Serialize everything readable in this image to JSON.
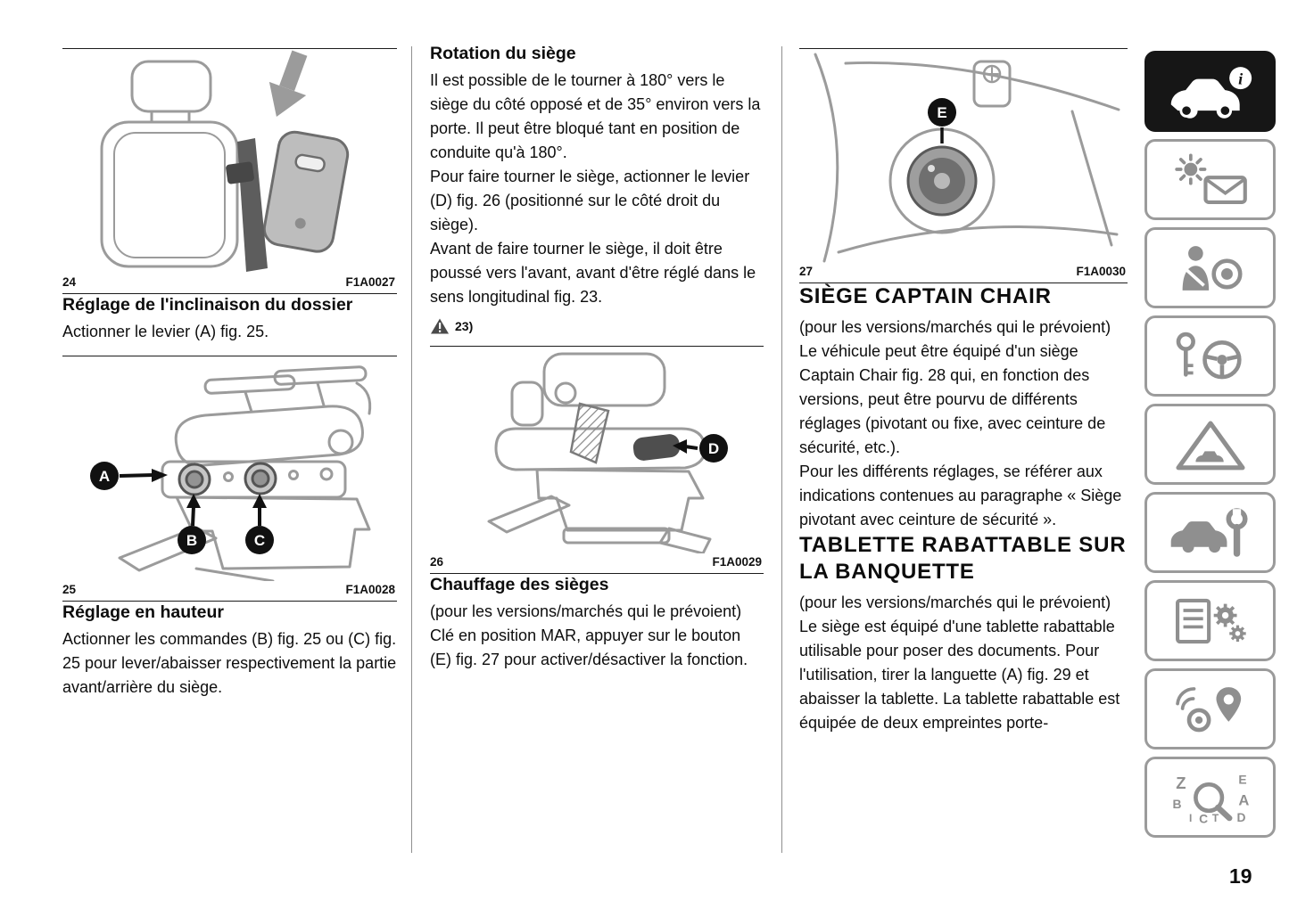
{
  "page_number": "19",
  "figures": {
    "fig24": {
      "num": "24",
      "code": "F1A0027"
    },
    "fig25": {
      "num": "25",
      "code": "F1A0028",
      "label_a": "A",
      "label_b": "B",
      "label_c": "C"
    },
    "fig26": {
      "num": "26",
      "code": "F1A0029",
      "label_d": "D"
    },
    "fig27": {
      "num": "27",
      "code": "F1A0030",
      "label_e": "E"
    }
  },
  "col1": {
    "recline_title": "Réglage de l'inclinaison du dossier",
    "recline_text": "Actionner le levier (A) fig. 25.",
    "height_title": "Réglage en hauteur",
    "height_text": "Actionner les commandes (B) fig. 25 ou (C) fig. 25 pour lever/abaisser respectivement la partie avant/arrière du siège."
  },
  "col2": {
    "rotation_title": "Rotation du siège",
    "rotation_para1": "Il est possible de le tourner à 180° vers le siège du côté opposé et de 35° environ vers la porte. Il peut être bloqué tant en position de conduite qu'à 180°.",
    "rotation_para2": "Pour faire tourner le siège, actionner le levier (D) fig. 26 (positionné sur le côté droit du siège).",
    "rotation_para3": "Avant de faire tourner le siège, il doit être poussé vers l'avant, avant d'être réglé dans le sens longitudinal fig. 23.",
    "warning_ref": "23)",
    "heating_title": "Chauffage des sièges",
    "heating_sub": "(pour les versions/marchés qui le prévoient)",
    "heating_text": "Clé en position MAR, appuyer sur le bouton (E) fig. 27 pour activer/désactiver la fonction."
  },
  "col3": {
    "captain_title": "SIÈGE CAPTAIN CHAIR",
    "captain_sub": "(pour les versions/marchés qui le prévoient)",
    "captain_para1": "Le véhicule peut être équipé d'un siège Captain Chair fig. 28 qui, en fonction des versions, peut être pourvu de différents réglages (pivotant ou fixe, avec ceinture de sécurité, etc.).",
    "captain_para2": "Pour les différents réglages, se référer aux indications contenues au paragraphe « Siège pivotant avec ceinture de sécurité ».",
    "tablette_title": "TABLETTE RABATTABLE SUR LA BANQUETTE",
    "tablette_sub": "(pour les versions/marchés qui le prévoient)",
    "tablette_para1": "Le siège est équipé d'une tablette rabattable utilisable pour poser des documents. Pour l'utilisation, tirer la languette (A) fig. 29 et abaisser la tablette. La tablette rabattable est équipée de deux empreintes porte-"
  },
  "sidebar": {
    "accent_active": "#161616",
    "icon_gray": "#8f8f8f",
    "items": [
      {
        "icon": "car-dashboard-info-icon",
        "active": true
      },
      {
        "icon": "warning-lights-messages-icon",
        "active": false
      },
      {
        "icon": "safety-airbag-icon",
        "active": false
      },
      {
        "icon": "starting-driving-icon",
        "active": false
      },
      {
        "icon": "emergency-triangle-icon",
        "active": false
      },
      {
        "icon": "servicing-maintenance-icon",
        "active": false
      },
      {
        "icon": "technical-data-icon",
        "active": false
      },
      {
        "icon": "multimedia-navigation-icon",
        "active": false
      },
      {
        "icon": "alphabetical-index-icon",
        "active": false
      }
    ]
  }
}
